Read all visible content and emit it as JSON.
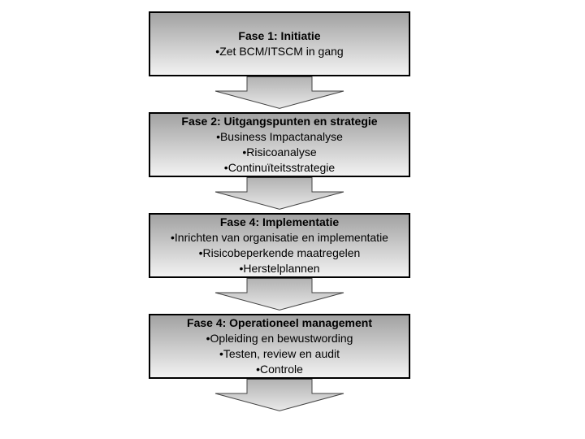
{
  "diagram": {
    "background_color": "#ffffff",
    "box_style": {
      "border_color": "#000000",
      "gradient_top": "#a2a2a2",
      "gradient_bottom": "#f2f2f2"
    },
    "arrow_style": {
      "outline_color": "#444444",
      "gradient_top": "#b2b2b2",
      "gradient_bottom": "#e9e9e9",
      "direction": "down"
    },
    "bullet_char": "•",
    "phases": [
      {
        "title": "Fase 1: Initiatie",
        "bullets": [
          "Zet BCM/ITSCM in gang"
        ]
      },
      {
        "title": "Fase 2: Uitgangspunten en strategie",
        "bullets": [
          "Business Impactanalyse",
          "Risicoanalyse",
          "Continuïteitsstrategie"
        ]
      },
      {
        "title": "Fase 4: Implementatie",
        "bullets": [
          "Inrichten van organisatie en implementatie",
          "Risicobeperkende maatregelen",
          "Herstelplannen"
        ]
      },
      {
        "title": "Fase 4: Operationeel management",
        "bullets": [
          "Opleiding en bewustwording",
          "Testen, review en audit",
          "Controle"
        ]
      }
    ]
  }
}
